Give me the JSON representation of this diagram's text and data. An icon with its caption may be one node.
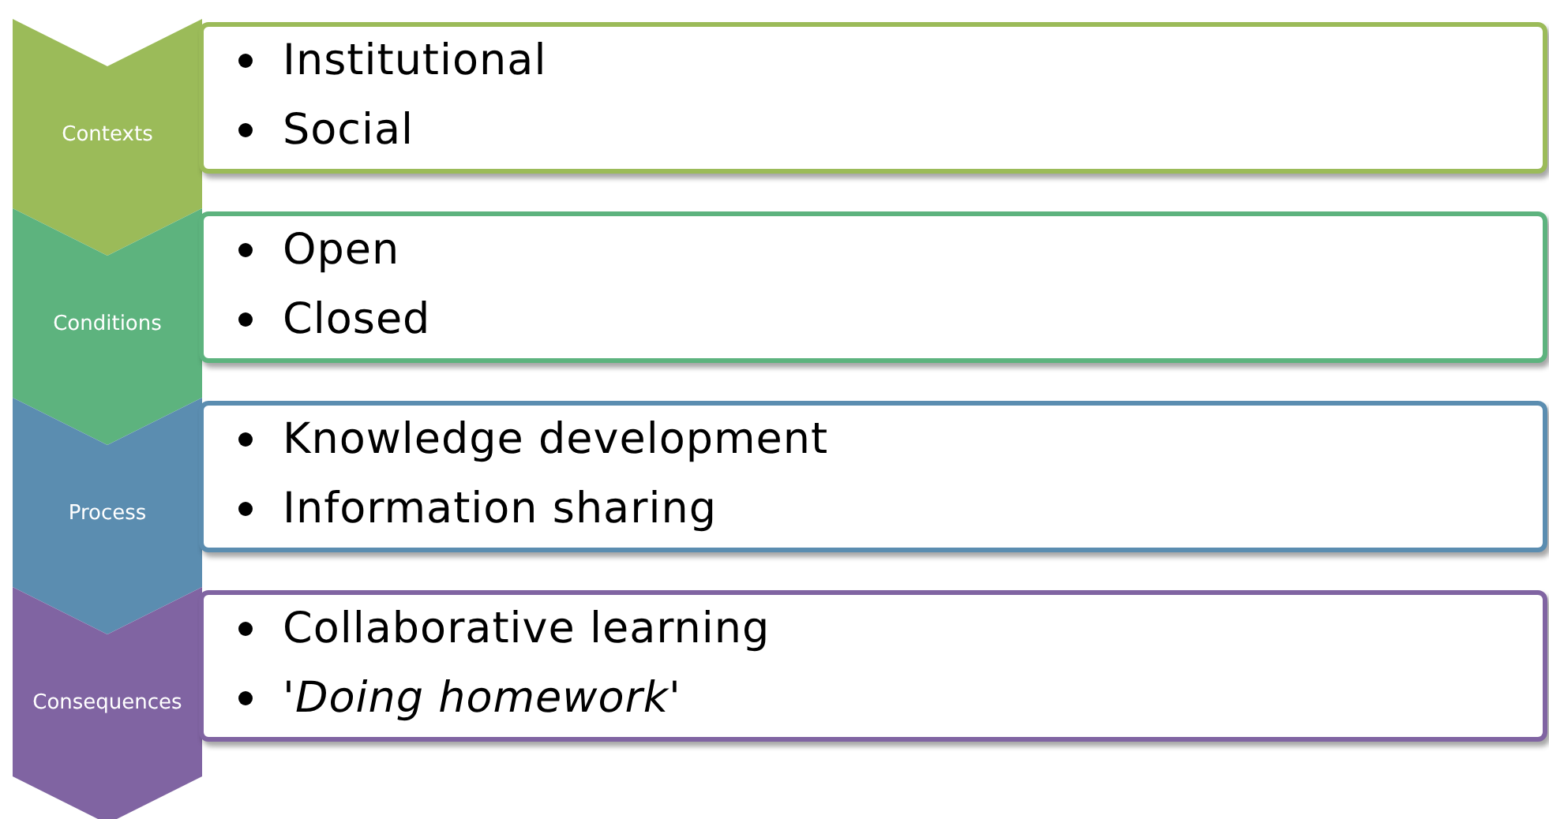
{
  "diagram": {
    "nodes": [
      {
        "text": [
          "Contexts"
        ]
      },
      {
        "text": [
          "Institutional",
          "Social"
        ]
      },
      {
        "text": [
          "Conditions"
        ]
      },
      {
        "text": [
          "Open",
          "Closed"
        ]
      },
      {
        "text": [
          "Process"
        ]
      },
      {
        "text": [
          "Knowledge development",
          "Information sharing"
        ]
      },
      {
        "text": [
          "Consequences"
        ]
      },
      {
        "text": [
          "Collaborative learning",
          "'*Doing homework*'"
        ]
      }
    ]
  }
}
